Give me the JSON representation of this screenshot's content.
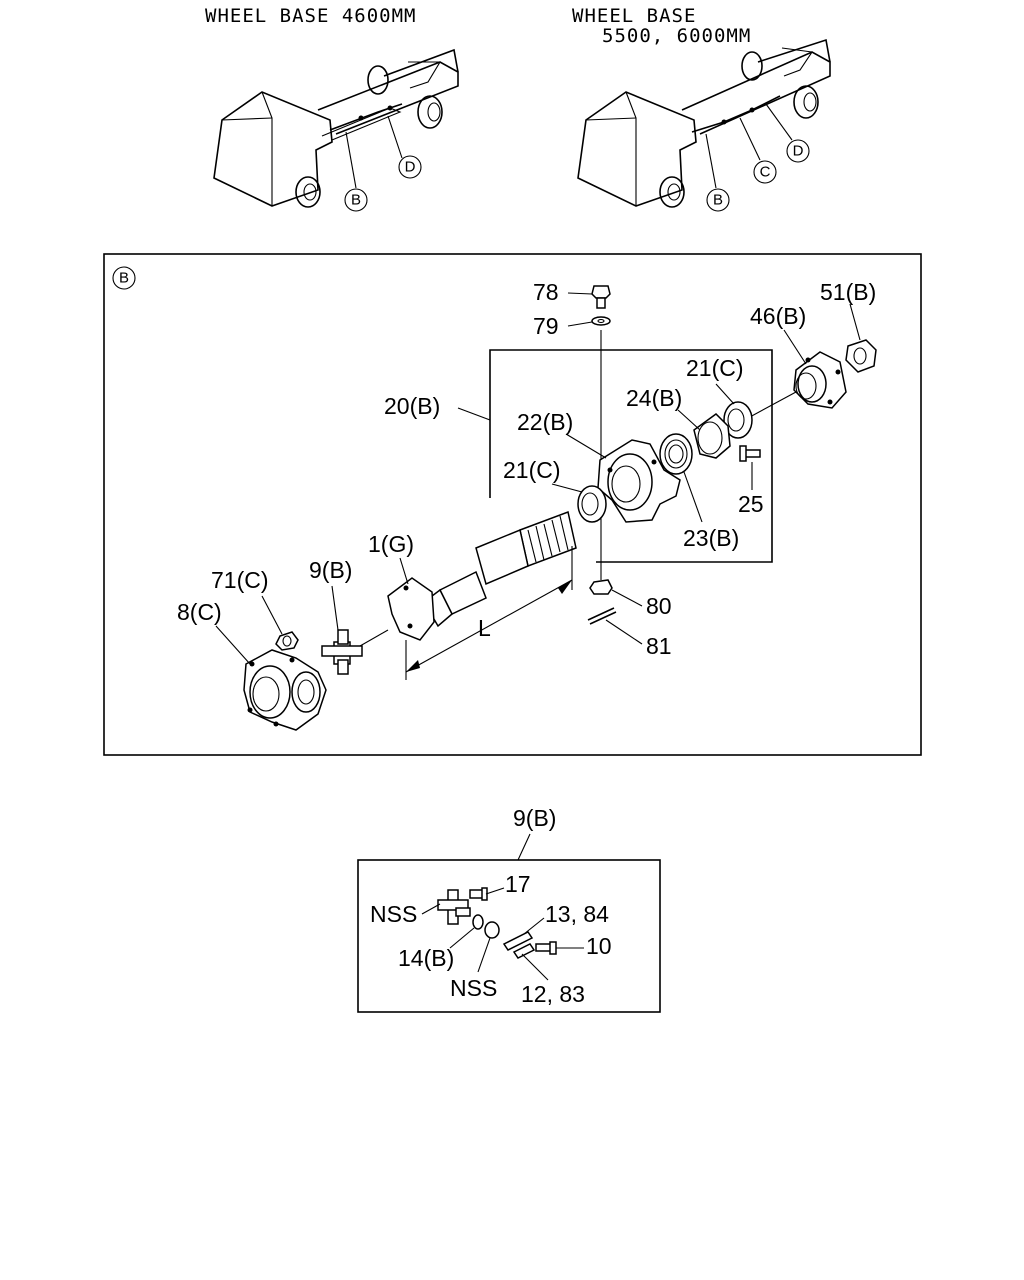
{
  "headers": {
    "left_title": "WHEEL BASE 4600MM",
    "right_title_line1": "WHEEL BASE",
    "right_title_line2": "5500, 6000MM"
  },
  "truck_markers": {
    "left": [
      "B",
      "D"
    ],
    "right": [
      "B",
      "C",
      "D"
    ]
  },
  "main_view": {
    "section_marker": "B",
    "labels": {
      "p78": "78",
      "p79": "79",
      "p51": "51(B)",
      "p46": "46(B)",
      "p20": "20(B)",
      "p21c_top": "21(C)",
      "p24": "24(B)",
      "p22": "22(B)",
      "p21c_mid": "21(C)",
      "p25": "25",
      "p23": "23(B)",
      "p1": "1(G)",
      "p71": "71(C)",
      "p9": "9(B)",
      "p8": "8(C)",
      "p80": "80",
      "p81": "81",
      "dim_l": "L"
    }
  },
  "detail_view": {
    "title": "9(B)",
    "labels": {
      "p17": "17",
      "nss_left": "NSS",
      "p13": "13, 84",
      "p10": "10",
      "p14": "14(B)",
      "nss_bottom": "NSS",
      "p12": "12, 83"
    }
  }
}
